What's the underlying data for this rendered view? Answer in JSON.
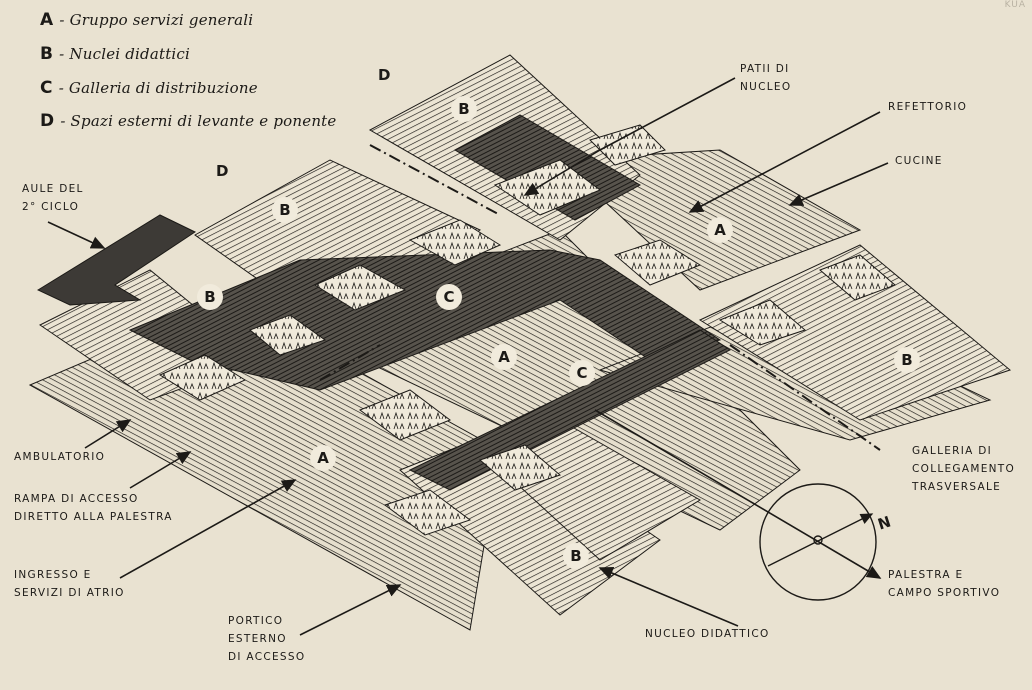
{
  "legend": [
    {
      "letter": "A",
      "text": "- Gruppo servizi generali"
    },
    {
      "letter": "B",
      "text": "- Nuclei didattici"
    },
    {
      "letter": "C",
      "text": "- Galleria di distribuzione"
    },
    {
      "letter": "D",
      "text": "- Spazi esterni di levante e ponente"
    }
  ],
  "corner_note": "KUA",
  "captions": {
    "aule": "AULE DEL\n2° CICLO",
    "patii": "PATII DI\nNUCLEO",
    "refettorio": "REFETTORIO",
    "cucine": "CUCINE",
    "ambulatorio": "AMBULATORIO",
    "rampa": "RAMPA DI ACCESSO\nDIRETTO ALLA PALESTRA",
    "ingresso": "INGRESSO E\nSERVIZI DI ATRIO",
    "portico": "PORTICO\nESTERNO\nDI ACCESSO",
    "nucleo": "NUCLEO DIDATTICO",
    "galleria": "GALLERIA DI\nCOLLEGAMENTO\nTRASVERSALE",
    "palestra": "PALESTRA E\nCAMPO SPORTIVO"
  },
  "marks": {
    "A": "A",
    "B": "B",
    "C": "C",
    "D": "D"
  },
  "north_label": "N",
  "colors": {
    "paper": "#e9e2d1",
    "ink": "#1c1a17",
    "dark_block": "#3d3a36"
  }
}
